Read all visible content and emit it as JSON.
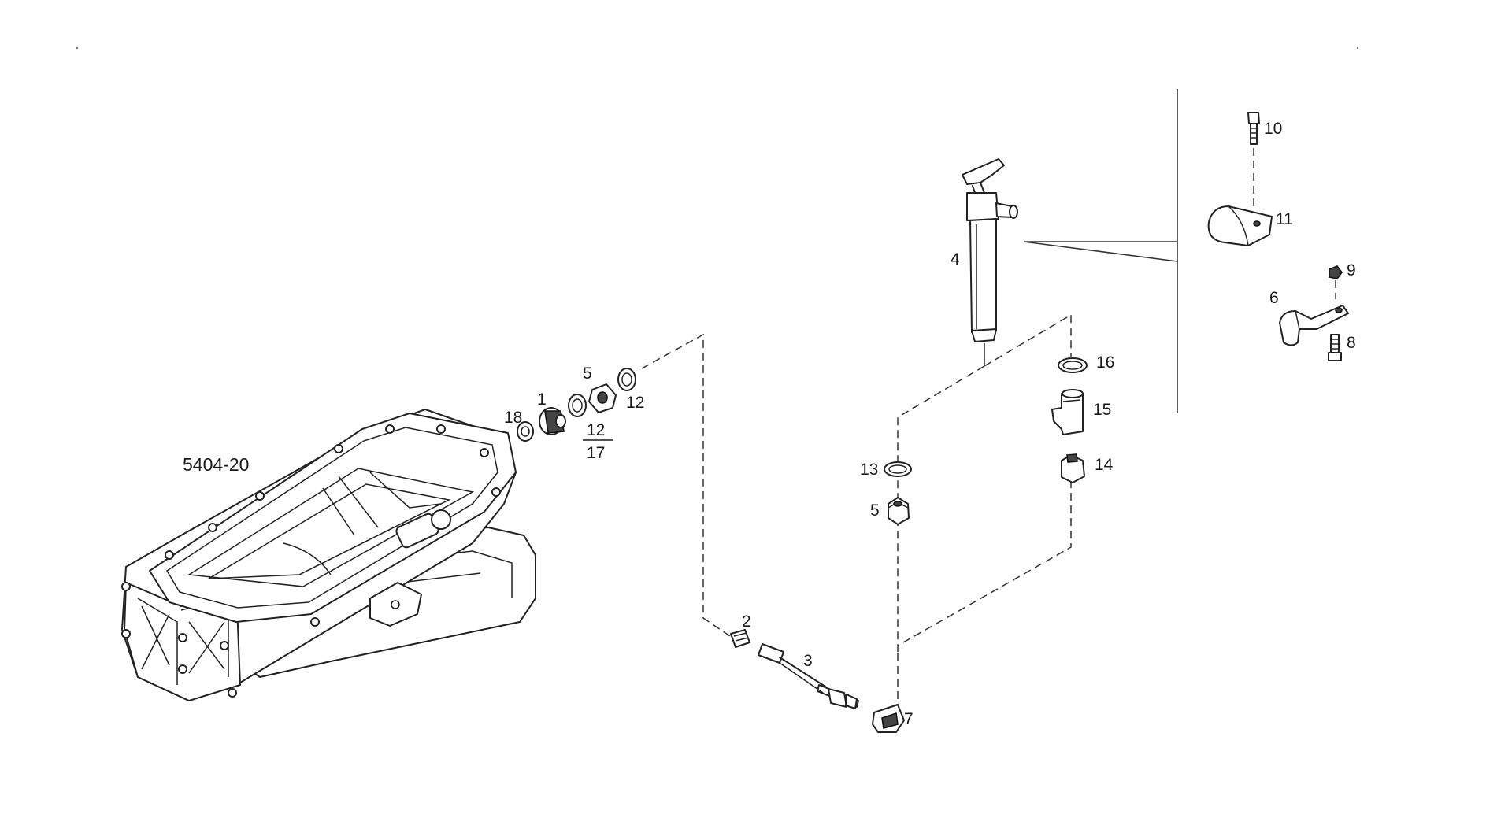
{
  "reference_label": "5404-20",
  "callouts": {
    "p1": "1",
    "p2": "2",
    "p3": "3",
    "p4": "4",
    "p5a": "5",
    "p5b": "5",
    "p6": "6",
    "p7": "7",
    "p8": "8",
    "p9": "9",
    "p10": "10",
    "p11": "11",
    "p12a": "12",
    "p12b": "12",
    "p13": "13",
    "p14": "14",
    "p15": "15",
    "p16": "16",
    "p17": "17",
    "p18": "18"
  }
}
